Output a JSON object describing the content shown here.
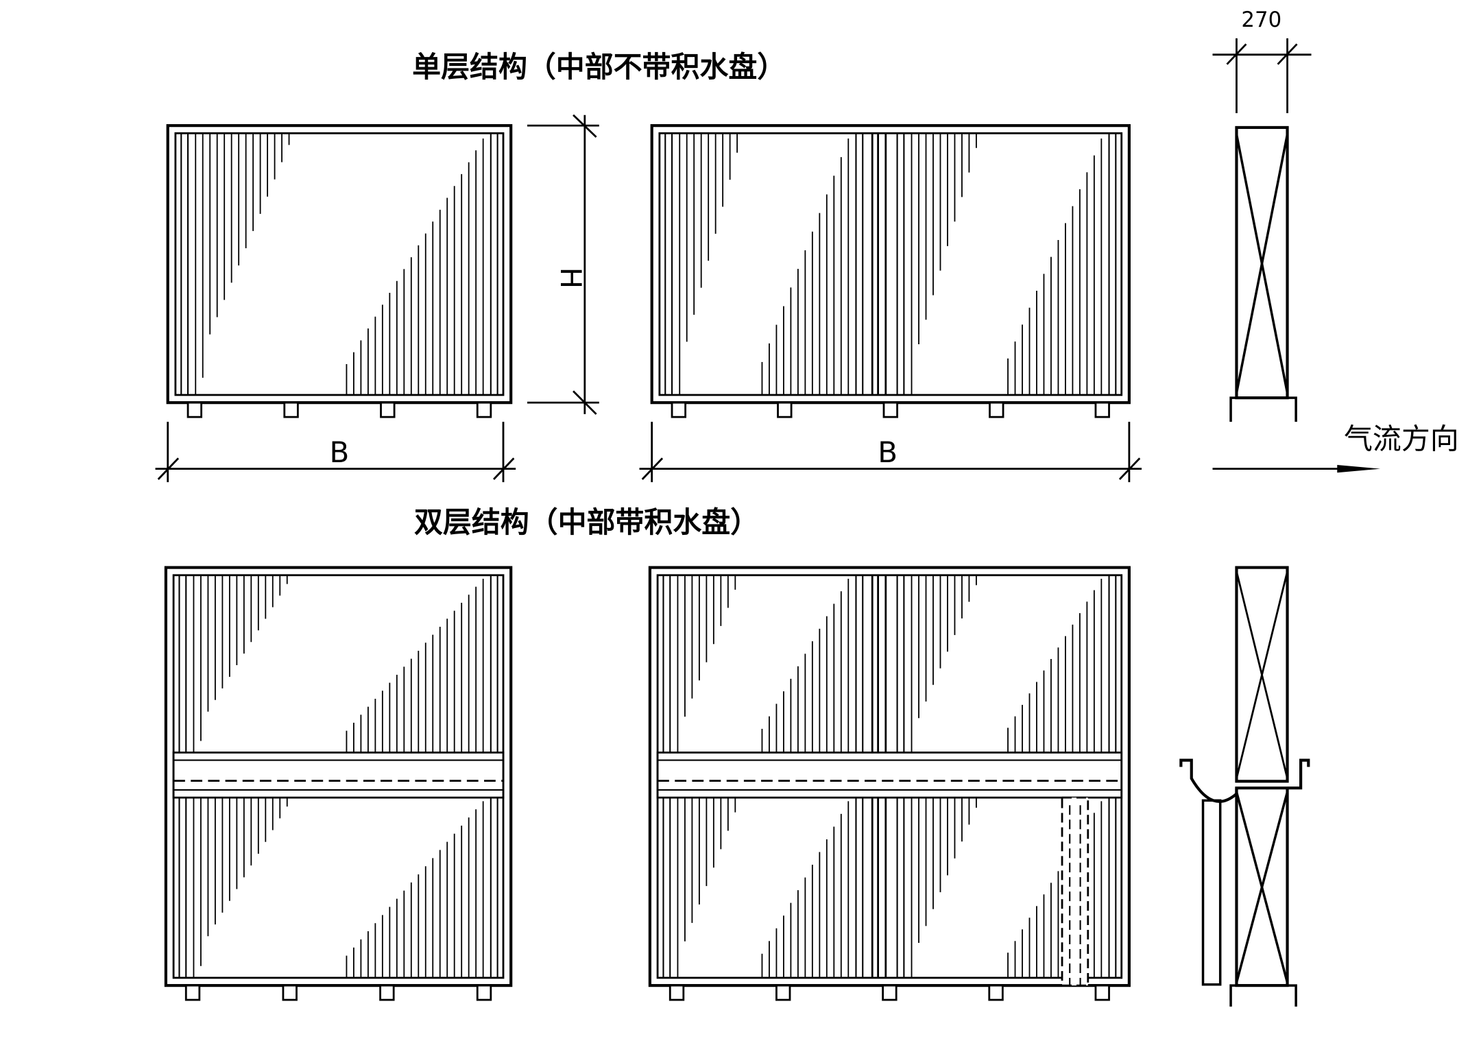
{
  "titles": {
    "single_layer": "单层结构（中部不带积水盘）",
    "double_layer": "双层结构（中部带积水盘）"
  },
  "dimensions": {
    "height_label": "H",
    "width_label_1": "B",
    "width_label_2": "B",
    "depth_label": "270"
  },
  "airflow": {
    "label": "气流方向"
  }
}
